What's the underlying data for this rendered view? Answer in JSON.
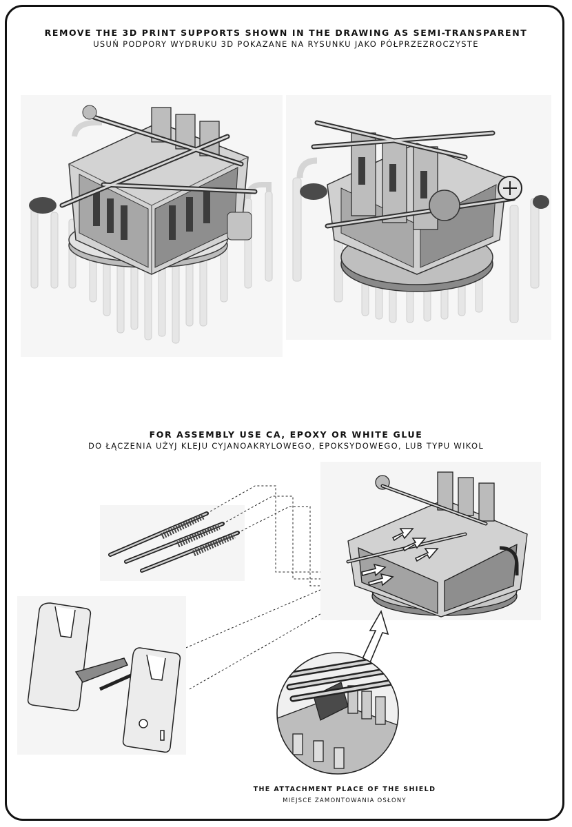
{
  "section1": {
    "title_en": "REMOVE THE 3D PRINT SUPPORTS SHOWN IN THE DRAWING AS SEMI-TRANSPARENT",
    "title_pl": "USUŃ PODPORY WYDRUKU 3D POKAZANE NA RYSUNKU JAKO PÓŁPRZEZROCZYSTE"
  },
  "section2": {
    "title_en": "FOR ASSEMBLY USE CA, EPOXY OR WHITE GLUE",
    "title_pl": "DO ŁĄCZENIA UŻYJ KLEJU CYJANOAKRYLOWEGO, EPOKSYDOWEGO, LUB TYPU WIKOL"
  },
  "detail_caption": {
    "en": "THE ATTACHMENT PLACE OF THE SHIELD",
    "pl": "MIEJSCE ZAMONTOWANIA OSŁONY"
  },
  "colors": {
    "frame": "#111111",
    "metal_light": "#d9d9d9",
    "metal_mid": "#9a9a9a",
    "metal_dark": "#3c3c3c",
    "support": "#cfcfcf"
  }
}
